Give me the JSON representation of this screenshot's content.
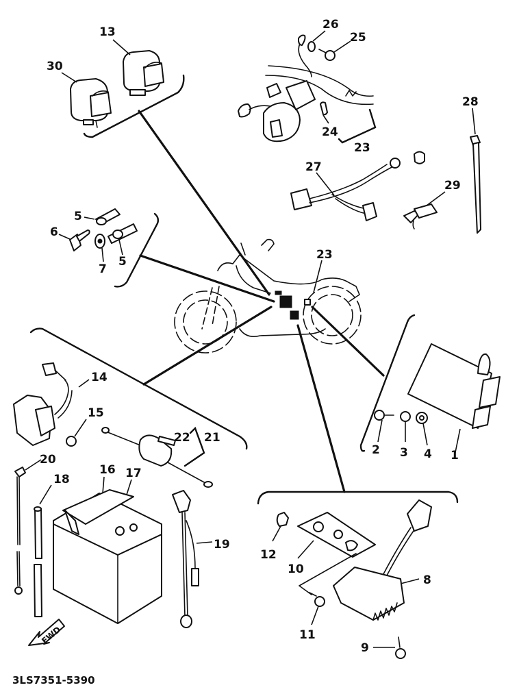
{
  "diagram": {
    "title": "Electrical parts exploded view",
    "drawing_code": "3LS7351-5390",
    "direction_badge": "FWD",
    "line_color": "#111111",
    "background_color": "#ffffff",
    "labels": {
      "p1": "1",
      "p2": "2",
      "p3": "3",
      "p4": "4",
      "p5a": "5",
      "p5b": "5",
      "p6": "6",
      "p7": "7",
      "p8": "8",
      "p9": "9",
      "p10": "10",
      "p11": "11",
      "p12": "12",
      "p13": "13",
      "p14": "14",
      "p15": "15",
      "p16": "16",
      "p17": "17",
      "p18": "18",
      "p19": "19",
      "p20": "20",
      "p21": "21",
      "p22": "22",
      "p23a": "23",
      "p23b": "23",
      "p24": "24",
      "p25": "25",
      "p26": "26",
      "p27": "27",
      "p28": "28",
      "p29": "29",
      "p30": "30"
    },
    "groups": [
      {
        "name": "relay-group",
        "parts": [
          "13",
          "30"
        ]
      },
      {
        "name": "main-switch-group",
        "parts": [
          "23",
          "24",
          "25",
          "26"
        ]
      },
      {
        "name": "wire-harness-group",
        "parts": [
          "27",
          "28",
          "29"
        ]
      },
      {
        "name": "fasteners-group",
        "parts": [
          "5",
          "6",
          "7"
        ]
      },
      {
        "name": "battery-group",
        "parts": [
          "14",
          "15",
          "16",
          "17",
          "18",
          "19",
          "20",
          "21",
          "22"
        ]
      },
      {
        "name": "cdi-unit-group",
        "parts": [
          "1",
          "2",
          "3",
          "4"
        ]
      },
      {
        "name": "rectifier-group",
        "parts": [
          "8",
          "9",
          "10",
          "11",
          "12"
        ]
      }
    ]
  }
}
